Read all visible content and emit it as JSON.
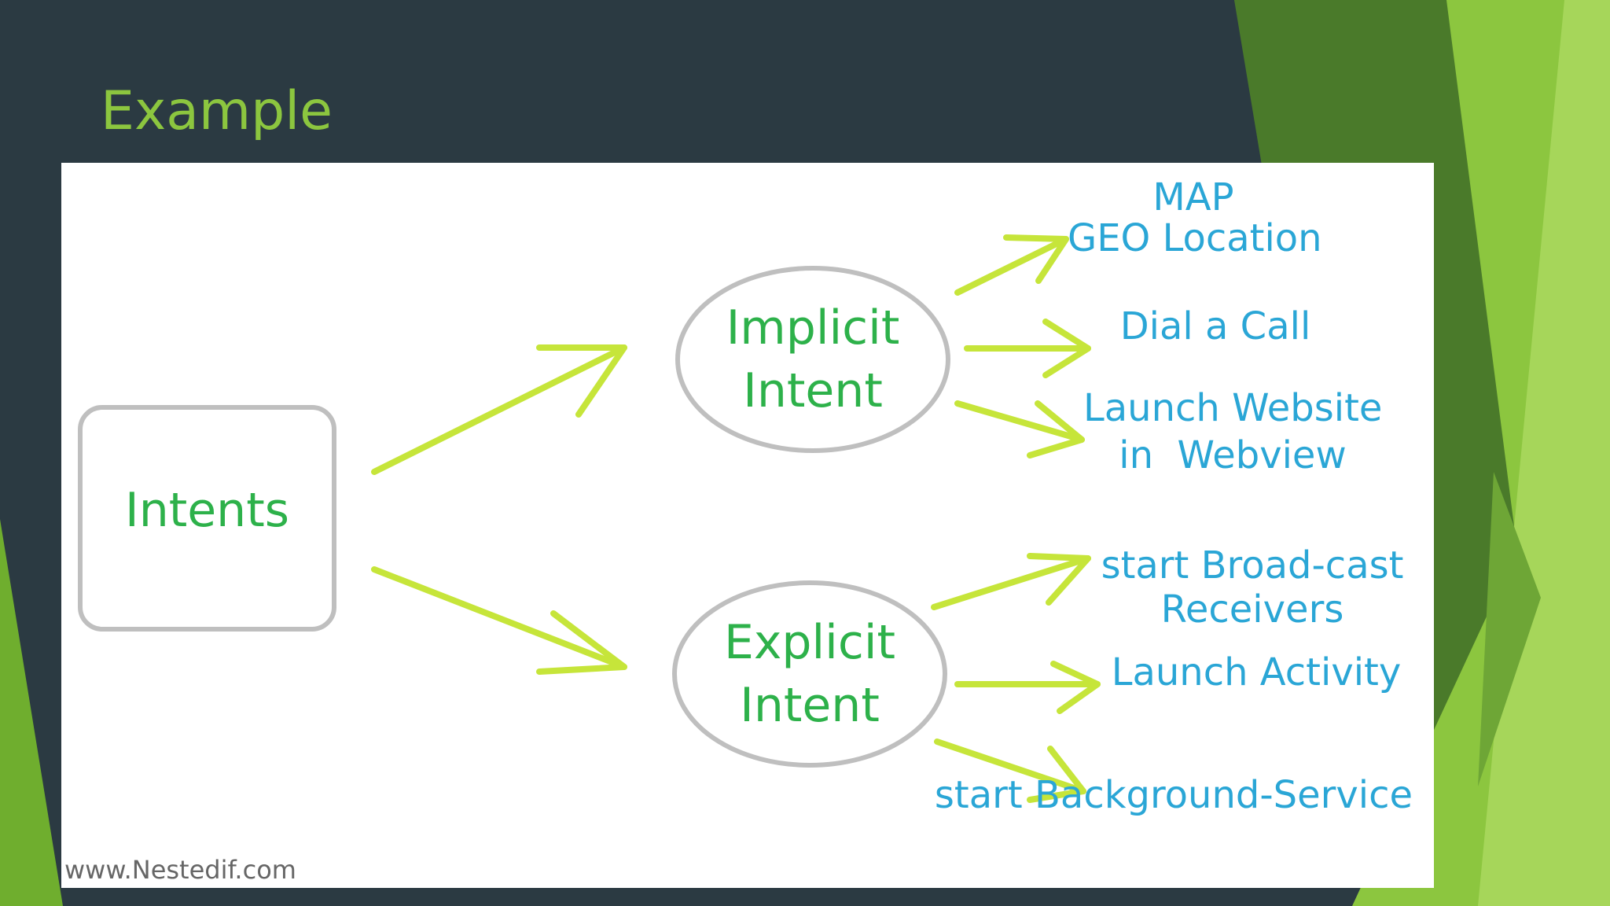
{
  "slide": {
    "title": "Example"
  },
  "diagram": {
    "root": {
      "label": "Intents"
    },
    "implicit": {
      "line1": "Implicit",
      "line2": "Intent"
    },
    "explicit": {
      "line1": "Explicit",
      "line2": "Intent"
    },
    "implicit_targets": [
      {
        "line1": "MAP",
        "line2": "GEO Location"
      },
      {
        "line1": "Dial a Call"
      },
      {
        "line1": "Launch Website",
        "line2": "in  Webview"
      }
    ],
    "explicit_targets": [
      {
        "line1": "start Broad-cast",
        "line2": "Receivers"
      },
      {
        "line1": "Launch Activity"
      },
      {
        "line1": "start Background-Service"
      }
    ],
    "watermark": "www.Nestedif.com"
  },
  "colors": {
    "arrow": "#c6e53a",
    "node_text": "#2db14a",
    "target_text": "#2aa6d6",
    "shape_stroke": "#bfbfbf",
    "title": "#8cc63f"
  }
}
